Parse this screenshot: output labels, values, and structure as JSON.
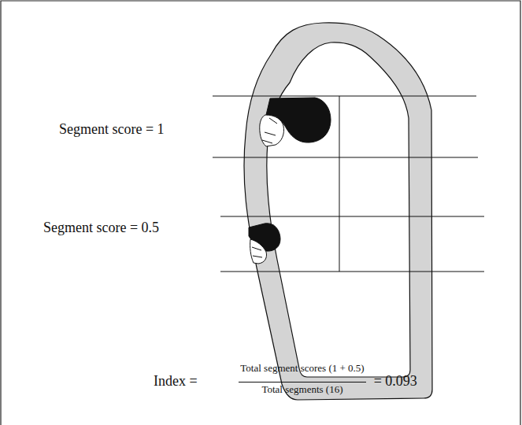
{
  "diagram": {
    "labels": [
      "Segment score = 1",
      "Segment score = 0.5",
      "Index =",
      "Total segment scores (1 + 0.5)",
      "Total segments (16)",
      "= 0.093"
    ]
  }
}
